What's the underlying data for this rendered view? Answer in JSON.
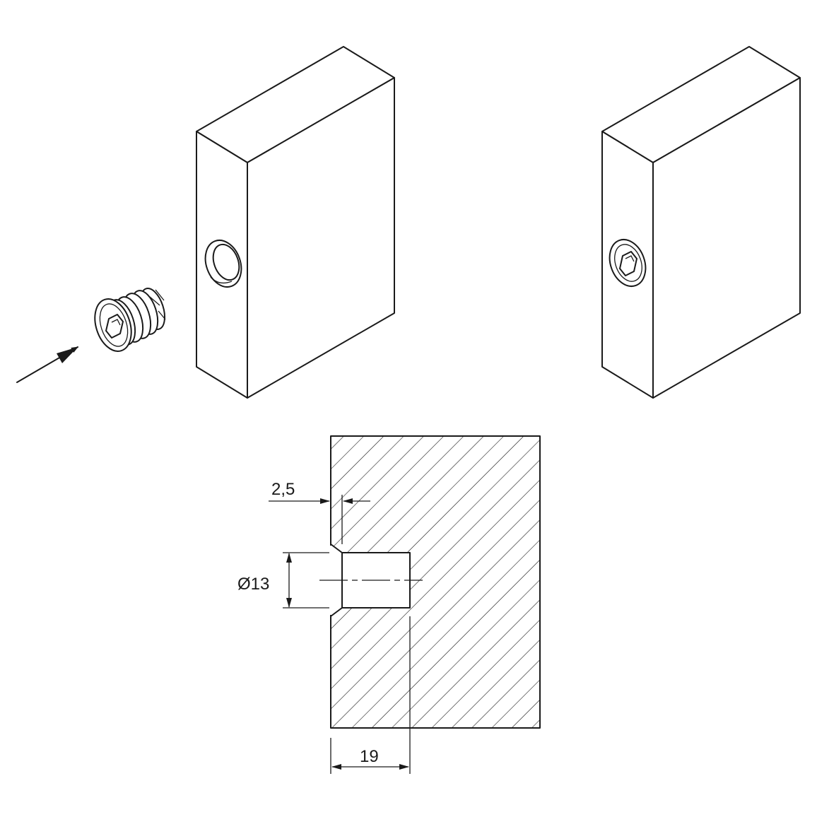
{
  "dimensions": {
    "chamfer_depth": "2,5",
    "hole_diameter": "Ø13",
    "hole_depth": "19"
  },
  "icons": {
    "insert_nut": "threaded-insert-nut-icon",
    "hex_socket": "hex-socket-icon",
    "insert_arrow": "arrow-icon"
  }
}
